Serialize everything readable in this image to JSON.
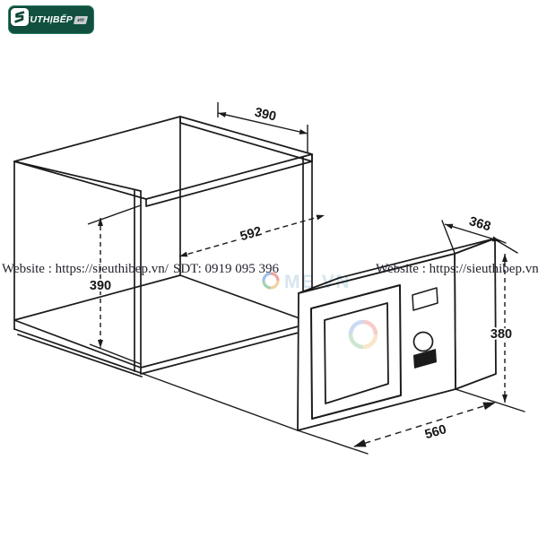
{
  "page": {
    "background": "#ffffff"
  },
  "logo": {
    "brand": "SIÊUTHỊBẾP",
    "tld": "vn",
    "bg_color": "#11503f",
    "icon": "sieuthibep-s-icon"
  },
  "watermark": {
    "website_left": "Website : https://sieuthibep.vn/",
    "phone": "SDT: 0919 095 396",
    "website_right": "Website : https://sieuthibep.vn/",
    "brand_center": "ME.VN"
  },
  "diagram": {
    "subject": "Built-in microwave niche installation dimensions",
    "units": "mm",
    "line_color": "#1b1b1b",
    "cabinet": {
      "top_depth": "390",
      "niche_width": "592",
      "niche_height": "390"
    },
    "microwave": {
      "depth": "368",
      "height": "380",
      "width": "560"
    }
  }
}
